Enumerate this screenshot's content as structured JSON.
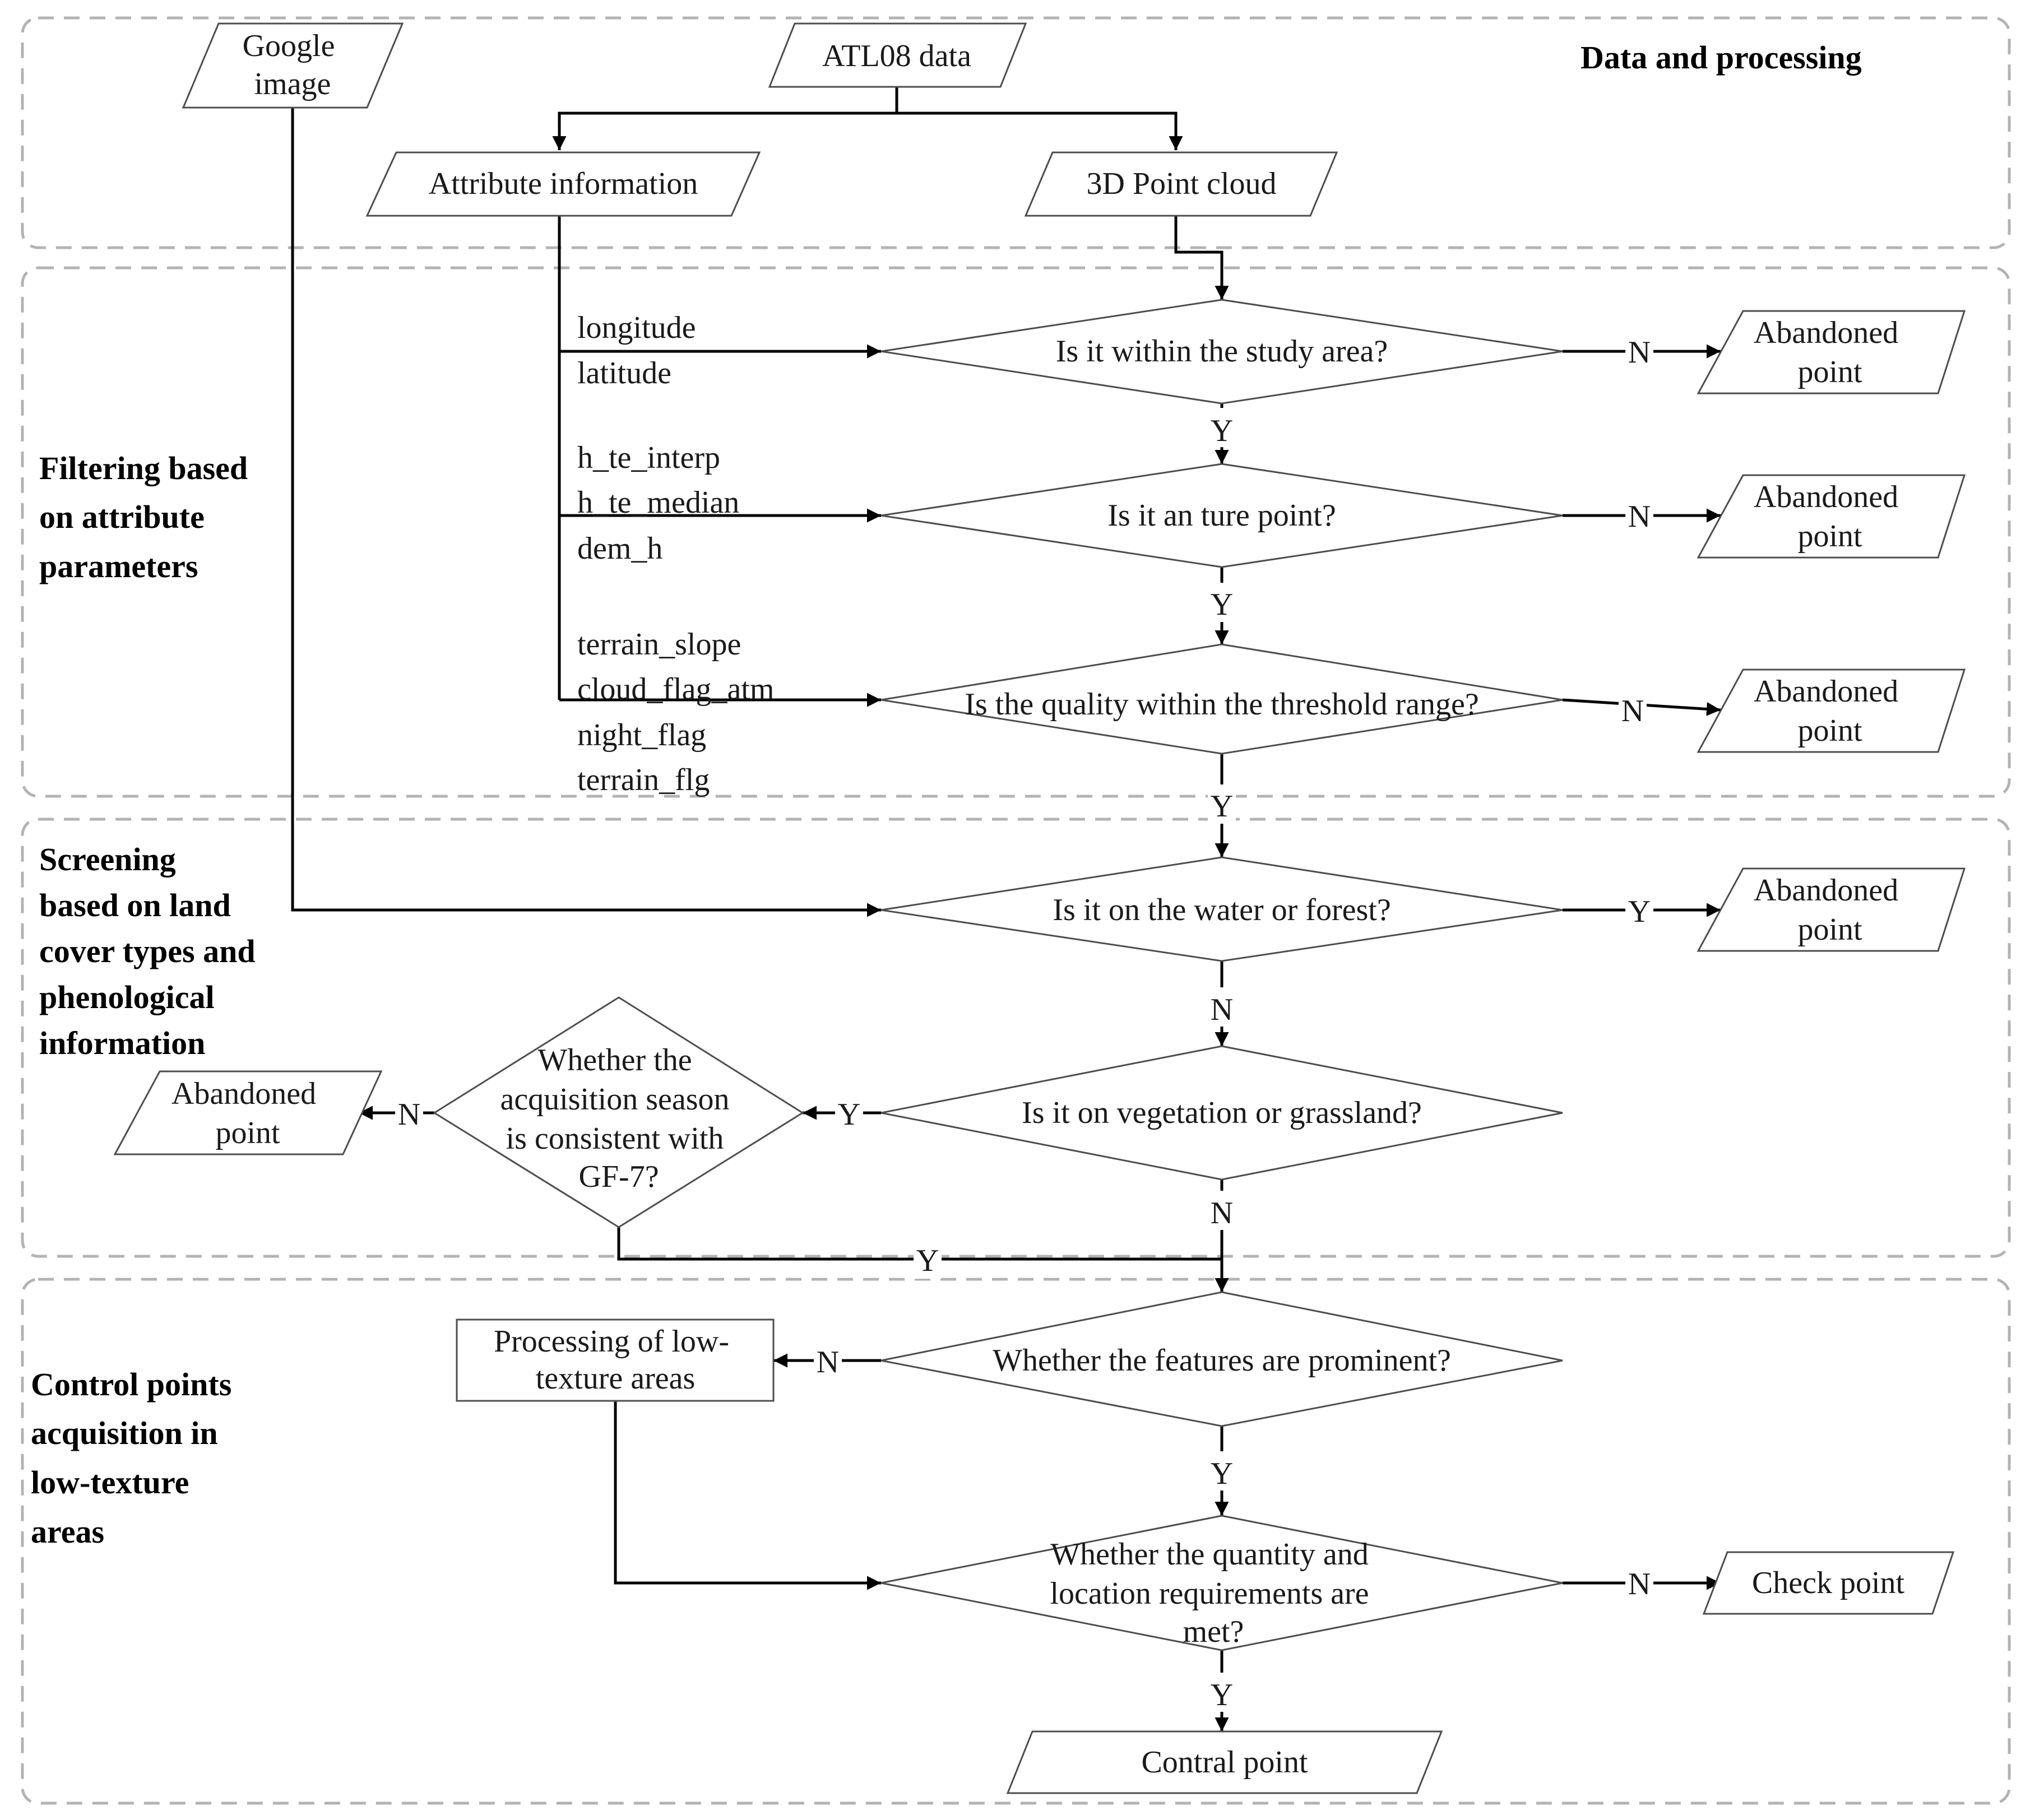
{
  "sections": {
    "data_processing": "Data and processing",
    "filtering": [
      "Filtering based",
      "on attribute",
      "parameters"
    ],
    "screening": [
      "Screening",
      "based on land",
      "cover types and",
      "phenological",
      "information"
    ],
    "control": [
      "Control points",
      "acquisition in",
      "low-texture",
      "areas"
    ]
  },
  "inputs": {
    "google_image": [
      "Google",
      "image"
    ],
    "atl08": "ATL08 data",
    "attribute_info": "Attribute information",
    "point_cloud": "3D Point cloud"
  },
  "attributes": {
    "group1": [
      "longitude",
      "latitude"
    ],
    "group2": [
      "h_te_interp",
      "h_te_median",
      "dem_h"
    ],
    "group3": [
      "terrain_slope",
      "cloud_flag_atm",
      "night_flag",
      "terrain_flg"
    ]
  },
  "decisions": {
    "study_area": "Is it within the study area?",
    "true_point": "Is it an ture point?",
    "quality": "Is the quality  within the threshold range?",
    "water_forest": "Is it on the water or forest?",
    "vegetation": "Is it on vegetation or grassland?",
    "season": [
      "Whether the",
      "acquisition season",
      "is consistent with",
      "GF-7?"
    ],
    "features": "Whether the features are prominent?",
    "quantity": [
      "Whether the quantity and",
      "location requirements are",
      "met?"
    ]
  },
  "outputs": {
    "abandoned": [
      "Abandoned",
      "point"
    ],
    "low_texture": [
      "Processing of low-",
      "texture areas"
    ],
    "check_point": "Check point",
    "control_point": "Contral point"
  },
  "labels": {
    "yes": "Y",
    "no": "N"
  }
}
